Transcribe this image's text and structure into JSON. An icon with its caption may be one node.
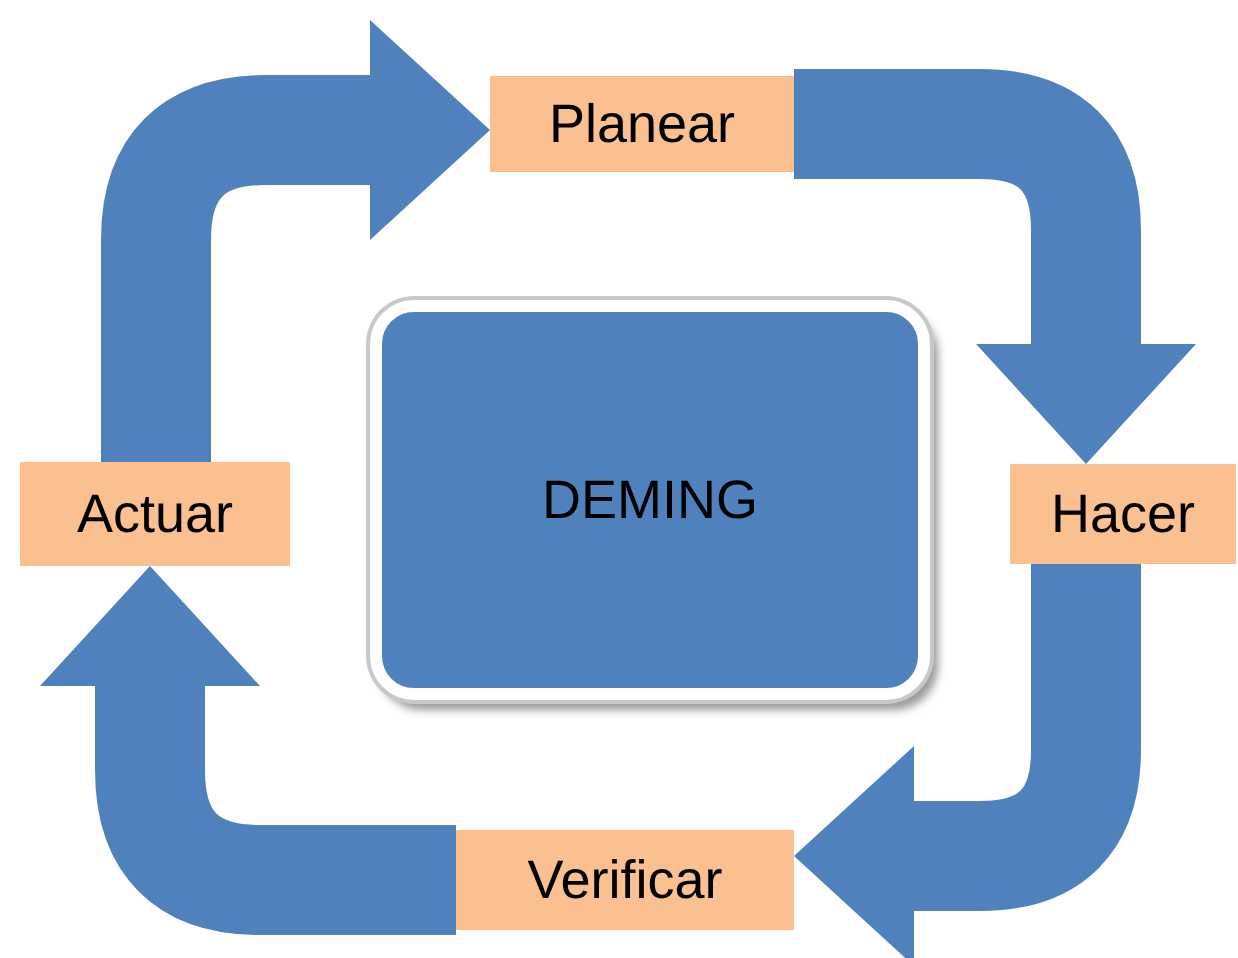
{
  "diagram": {
    "nodes": [
      {
        "text": [
          "Planear"
        ]
      },
      {
        "text": [
          "Actuar"
        ]
      },
      {
        "text": [
          "DEMING"
        ]
      },
      {
        "text": [
          "Hacer"
        ]
      },
      {
        "text": [
          "Verificar"
        ]
      }
    ],
    "edges": [
      {
        "from": 1,
        "to": 0,
        "arrow": "to"
      },
      {
        "from": 0,
        "to": 3,
        "arrow": "to"
      },
      {
        "from": 3,
        "to": 4,
        "arrow": "to"
      },
      {
        "from": 4,
        "to": 1,
        "arrow": "to"
      }
    ]
  }
}
